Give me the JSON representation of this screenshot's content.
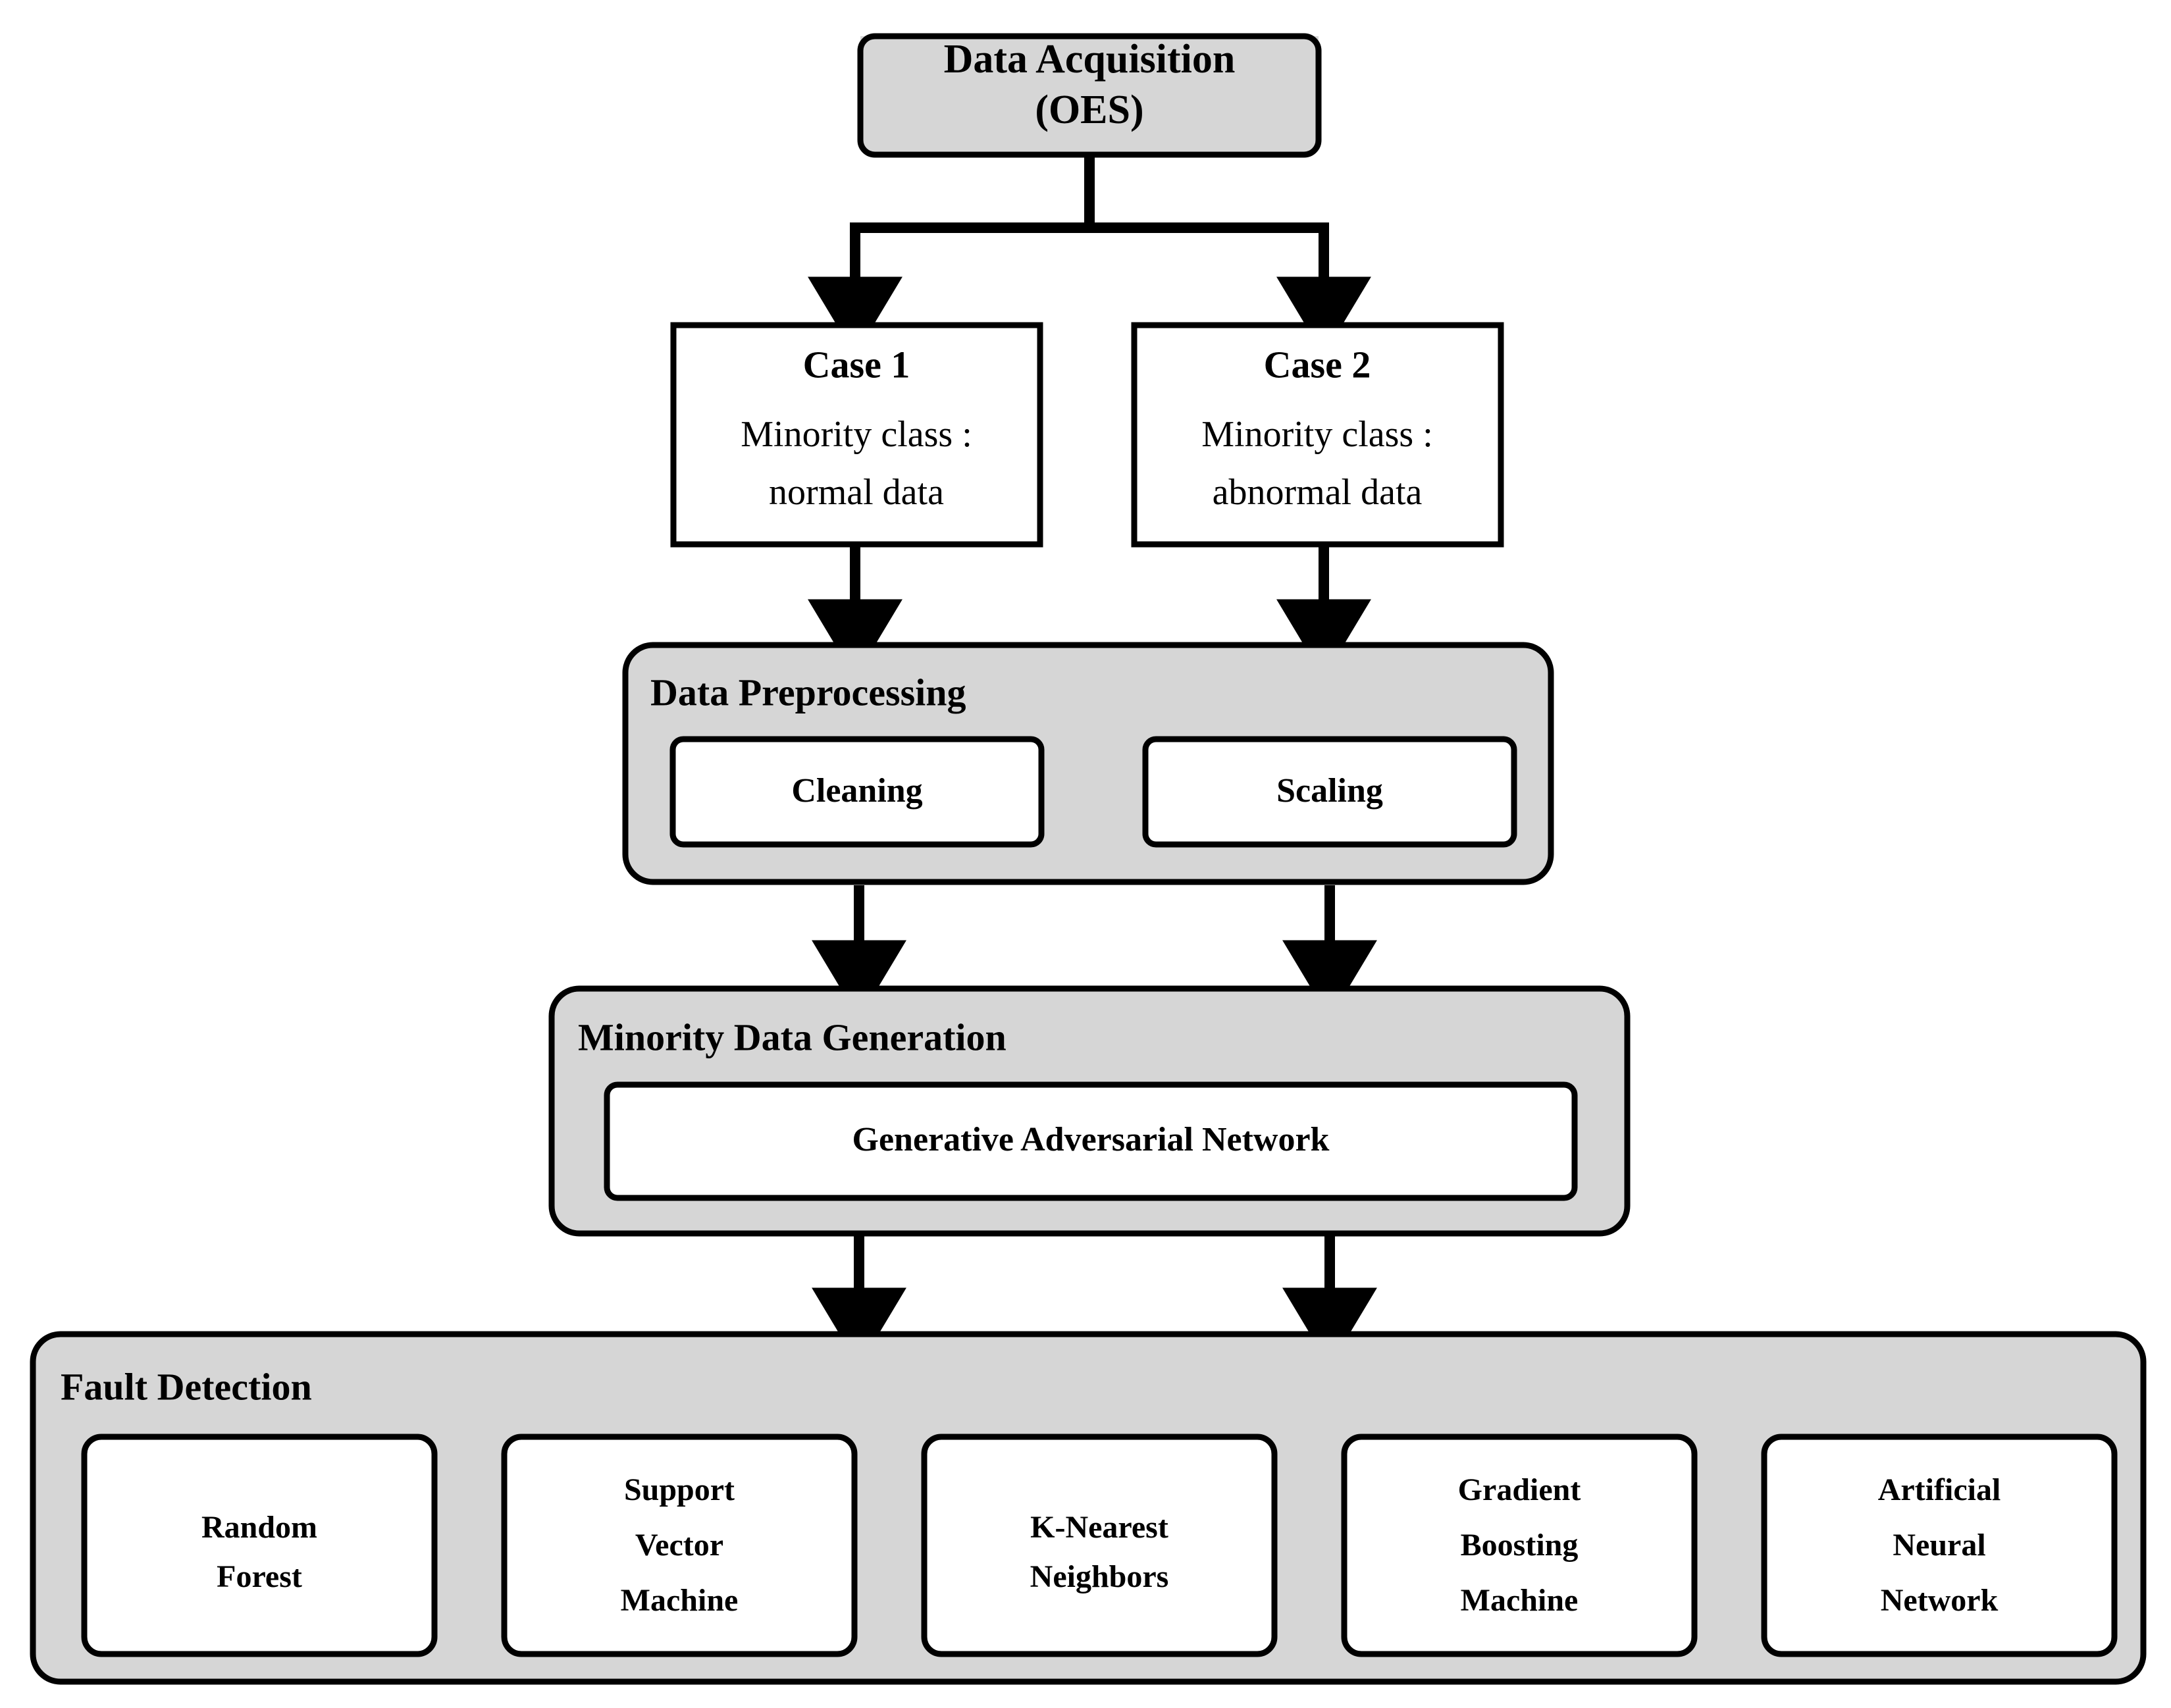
{
  "diagram": {
    "title": "Fault detection framework flowchart",
    "colors": {
      "container_fill": "#D6D6D6",
      "inner_fill": "#FFFFFF",
      "stroke": "#000000",
      "background": "#FFFFFF"
    },
    "data_acquisition": {
      "line1": "Data Acquisition",
      "line2": "(OES)"
    },
    "cases": [
      {
        "title": "Case 1",
        "line1": "Minority class :",
        "line2": "normal data"
      },
      {
        "title": "Case 2",
        "line1": "Minority class :",
        "line2": "abnormal data"
      }
    ],
    "preprocessing": {
      "heading": "Data Preprocessing",
      "steps": [
        "Cleaning",
        "Scaling"
      ]
    },
    "generation": {
      "heading": "Minority Data Generation",
      "method": "Generative Adversarial Network"
    },
    "fault_detection": {
      "heading": "Fault Detection",
      "models": [
        {
          "lines": [
            "Random",
            "Forest"
          ]
        },
        {
          "lines": [
            "Support",
            "Vector",
            "Machine"
          ]
        },
        {
          "lines": [
            "K-Nearest",
            "Neighbors"
          ]
        },
        {
          "lines": [
            "Gradient",
            "Boosting",
            "Machine"
          ]
        },
        {
          "lines": [
            "Artificial",
            "Neural",
            "Network"
          ]
        }
      ]
    },
    "connectors": {
      "split_from_acquisition": "arrow-split-two-branches",
      "case1_to_preprocessing": "arrow-down",
      "case2_to_preprocessing": "arrow-down",
      "preprocessing_to_generation_left": "arrow-down",
      "preprocessing_to_generation_right": "arrow-down",
      "generation_to_detection_left": "arrow-down",
      "generation_to_detection_right": "arrow-down"
    }
  }
}
